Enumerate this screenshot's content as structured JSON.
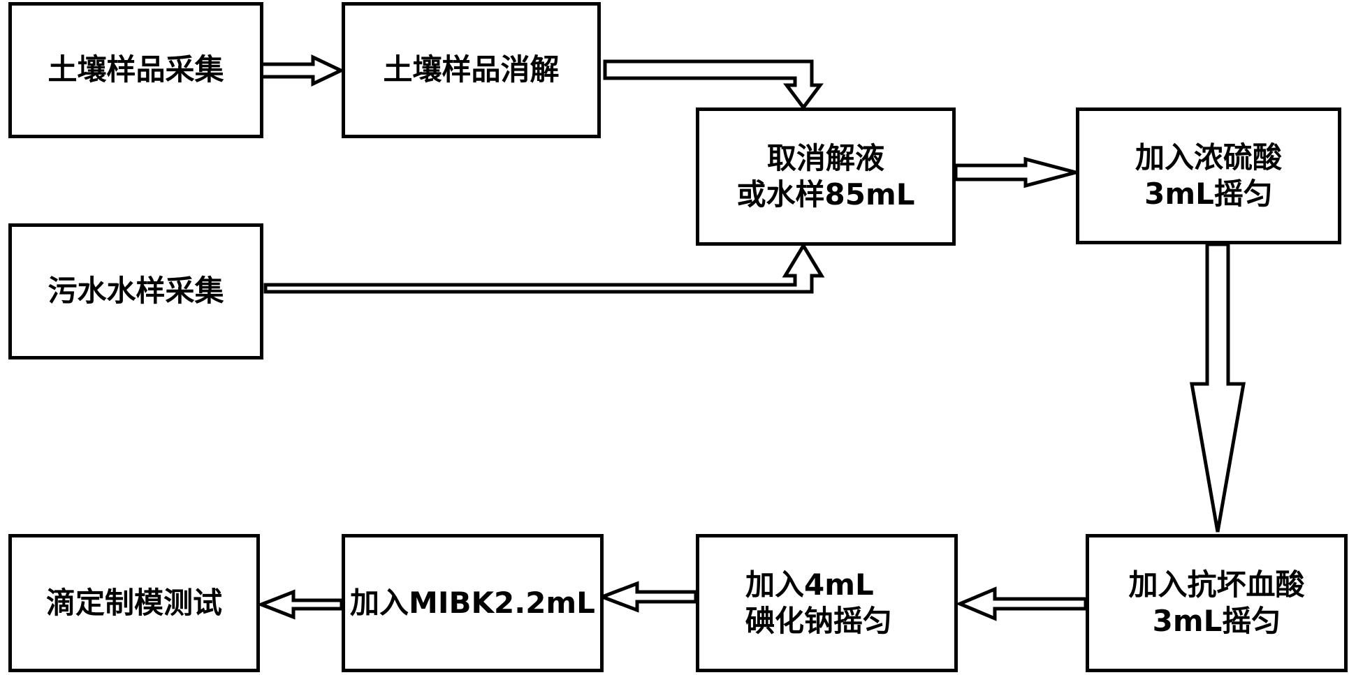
{
  "flowchart": {
    "soil_collection": [
      "土壤样品采集"
    ],
    "soil_digestion": [
      "土壤样品消解"
    ],
    "wastewater_collection": [
      "污水水样采集"
    ],
    "take_sample": [
      "取消解液",
      "或水样85mL"
    ],
    "add_sulfuric_acid": [
      "加入浓硫酸",
      "3mL摇匀"
    ],
    "add_ascorbic_acid": [
      "加入抗坏血酸",
      "3mL摇匀"
    ],
    "add_sodium_iodide": [
      "加入4mL",
      "碘化钠摇匀"
    ],
    "add_mibk": [
      "加入MIBK2.2mL"
    ],
    "titration_test": [
      "滴定制模测试"
    ]
  }
}
